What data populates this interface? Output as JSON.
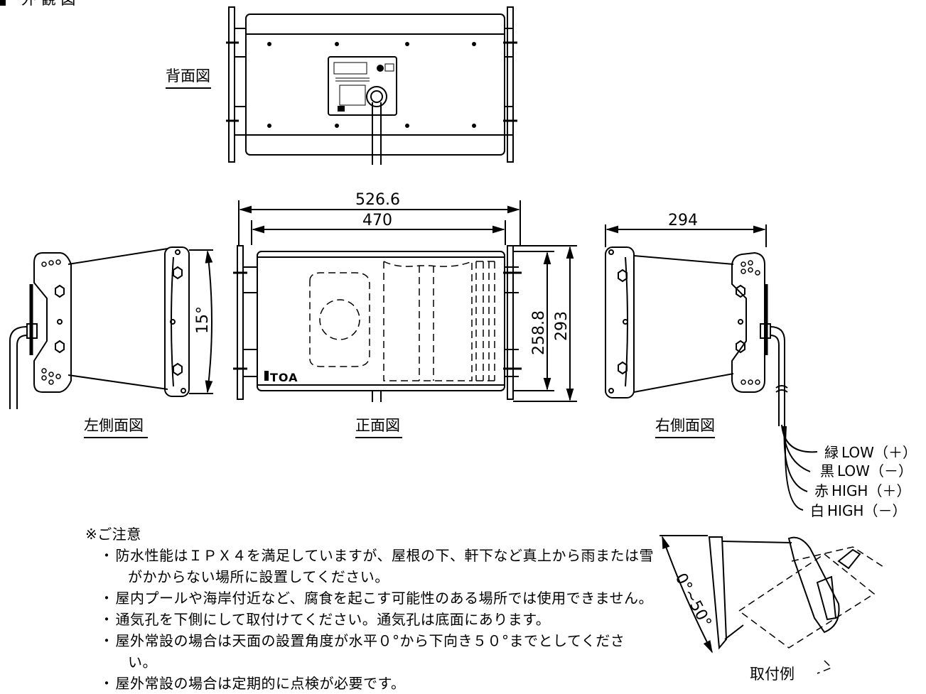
{
  "header_fragment": "外 観 図",
  "views": {
    "back": "背面図",
    "left": "左側面図",
    "front": "正面図",
    "right": "右側面図",
    "mount": "取付例"
  },
  "dimensions": {
    "overall_width": "526.6",
    "body_width": "470",
    "side_depth": "294",
    "body_height": "258.8",
    "overall_height": "293",
    "tilt": "15°",
    "mount_angle": "0°~50°"
  },
  "brand": "TOA",
  "wires": [
    {
      "color": "緑",
      "label": "LOW（＋）"
    },
    {
      "color": "黒",
      "label": "LOW（－）"
    },
    {
      "color": "赤",
      "label": "HIGH（＋）"
    },
    {
      "color": "白",
      "label": "HIGH（－）"
    }
  ],
  "notes": {
    "heading": "※ご注意",
    "items": [
      "防水性能はＩＰＸ４を満足していますが、屋根の下、軒下など真上から雨または雪がかからない場所に設置してください。",
      "屋内プールや海岸付近など、腐食を起こす可能性のある場所では使用できません。",
      "通気孔を下側にして取付けてください。通気孔は底面にあります。",
      "屋外常設の場合は天面の設置角度が水平０°から下向き５０°までとしてください。",
      "屋外常設の場合は定期的に点検が必要です。"
    ]
  }
}
